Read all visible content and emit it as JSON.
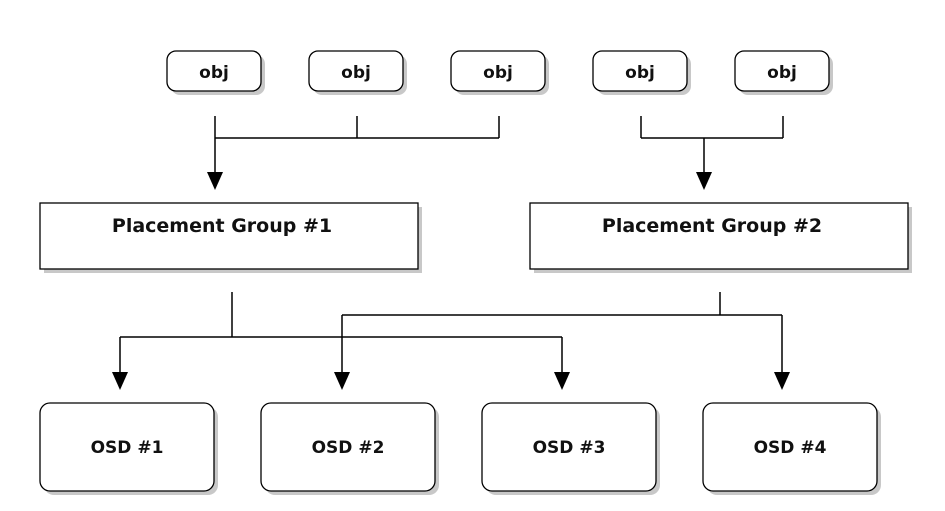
{
  "objects": [
    {
      "label": "obj"
    },
    {
      "label": "obj"
    },
    {
      "label": "obj"
    },
    {
      "label": "obj"
    },
    {
      "label": "obj"
    }
  ],
  "placement_groups": [
    {
      "label": "Placement Group #1"
    },
    {
      "label": "Placement Group #2"
    }
  ],
  "osds": [
    {
      "label": "OSD #1"
    },
    {
      "label": "OSD #2"
    },
    {
      "label": "OSD #3"
    },
    {
      "label": "OSD #4"
    }
  ],
  "mappings": {
    "object_to_pg": [
      1,
      1,
      1,
      2,
      2
    ],
    "pg_to_osds": {
      "Placement Group #1": [
        "OSD #1",
        "OSD #3"
      ],
      "Placement Group #2": [
        "OSD #2",
        "OSD #4"
      ]
    }
  }
}
